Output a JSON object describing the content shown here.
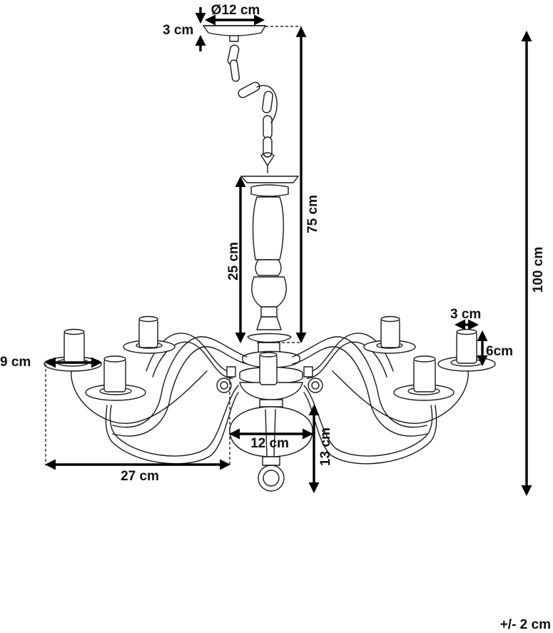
{
  "dimensions": {
    "canopy_diameter": "Ø12 cm",
    "canopy_height": "3 cm",
    "overall_drop": "75 cm",
    "column_height": "25 cm",
    "total_height": "100 cm",
    "candle_width": "3 cm",
    "candle_height": "6cm",
    "cup_width": "9 cm",
    "arm_reach": "27 cm",
    "body_width": "12 cm",
    "body_height": "13 cm"
  },
  "tolerance": "+/- 2 cm"
}
